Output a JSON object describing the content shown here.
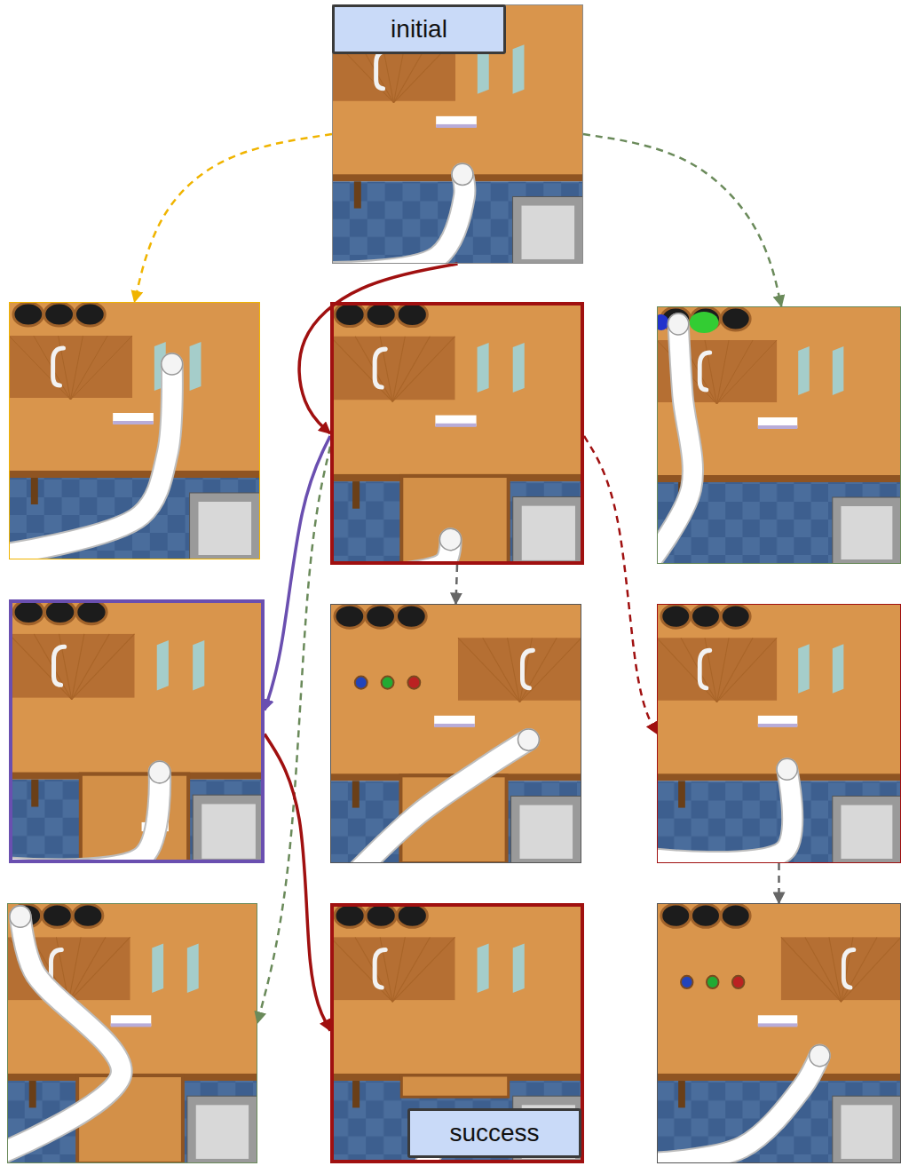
{
  "diagram": {
    "nodes": [
      {
        "text": [
          "initial"
        ]
      },
      {
        "text": []
      },
      {
        "text": []
      },
      {
        "text": []
      },
      {
        "text": []
      },
      {
        "text": []
      },
      {
        "text": []
      },
      {
        "text": []
      },
      {
        "text": [
          "success"
        ]
      },
      {
        "text": []
      }
    ],
    "edges": [
      {
        "from": 0,
        "to": 1,
        "arrow": "to"
      },
      {
        "from": 0,
        "to": 2,
        "arrow": "to"
      },
      {
        "from": 0,
        "to": 3,
        "arrow": "to"
      },
      {
        "from": 2,
        "to": 4,
        "arrow": "to"
      },
      {
        "from": 2,
        "to": 5,
        "arrow": "to"
      },
      {
        "from": 2,
        "to": 6,
        "arrow": "to"
      },
      {
        "from": 2,
        "to": 7,
        "arrow": "to"
      },
      {
        "from": 4,
        "to": 8,
        "arrow": "to"
      },
      {
        "from": 6,
        "to": 9,
        "arrow": "to"
      }
    ]
  }
}
